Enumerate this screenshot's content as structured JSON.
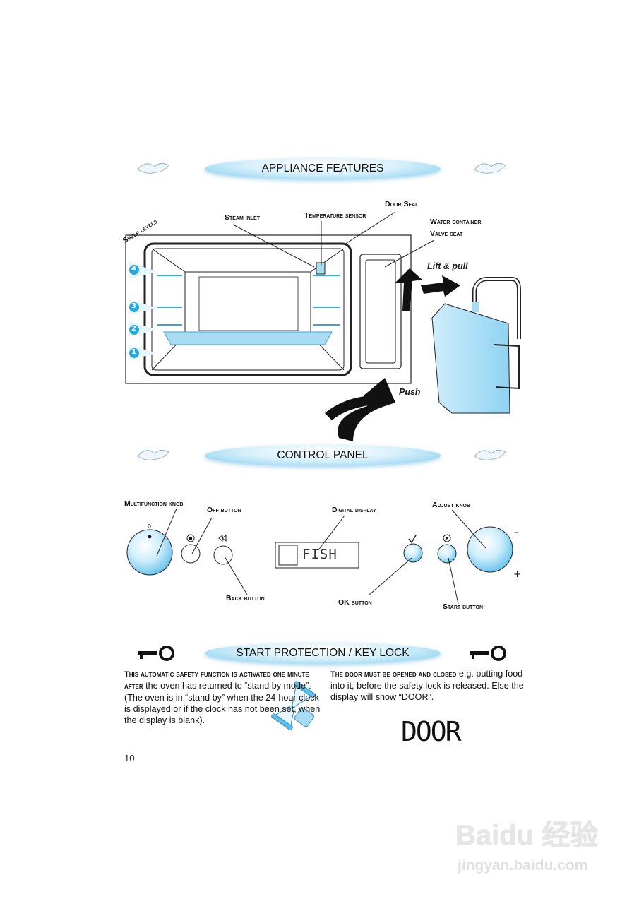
{
  "sections": {
    "appliance_features": {
      "title": "APPLIANCE FEATURES",
      "labels": {
        "shelf_levels": "Shelf levels",
        "steam_inlet": "Steam inlet",
        "temperature_sensor": "Temperature sensor",
        "door_seal": "Door Seal",
        "water_container": "Water container",
        "valve_seat": "Valve seat",
        "lift_pull": "Lift & pull",
        "push": "Push"
      },
      "shelf_numbers": [
        "4",
        "3",
        "2",
        "1"
      ]
    },
    "control_panel": {
      "title": "CONTROL PANEL",
      "labels": {
        "multifunction_knob": "Multifunction knob",
        "off_button": "Off button",
        "back_button": "Back button",
        "digital_display": "Digital display",
        "ok_button": "OK button",
        "start_button": "Start button",
        "adjust_knob": "Adjust knob"
      },
      "knob_zero": "0",
      "display_text": "FISH",
      "minus": "–",
      "plus": "+"
    },
    "key_lock": {
      "title": "START PROTECTION / KEY LOCK",
      "left_lead": "This automatic safety function is activated one minute after",
      "left_body": " the oven has returned to “stand by mode”. (The oven is in “stand by” when the 24-hour clock is displayed or if the clock has not been set, when the display is blank).",
      "right_lead": "The door must be opened and closed",
      "right_body": " e.g. putting food into it, before the safety lock is released. Else the display will show “DOOR”.",
      "door_display": "DOOR"
    }
  },
  "page_number": "10",
  "watermark": {
    "brand": "Baidu 经验",
    "url": "jingyan.baidu.com"
  },
  "colors": {
    "accent_blue": "#29a8e0",
    "light_blue": "#bfe6f7"
  }
}
